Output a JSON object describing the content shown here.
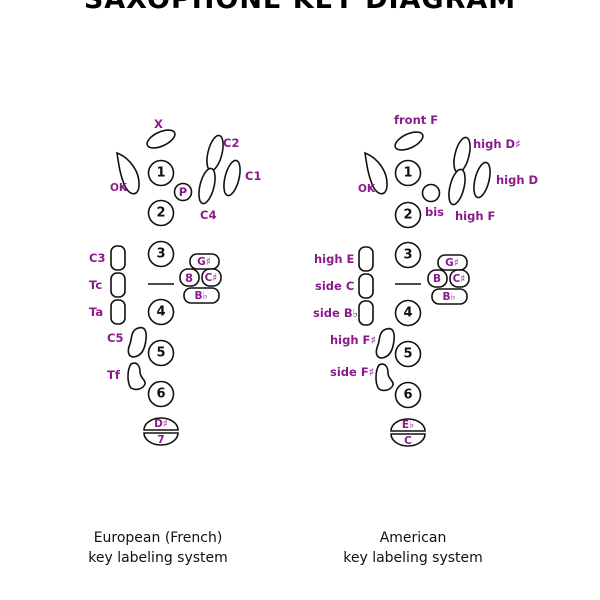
{
  "title": "SAXOPHONE KEY DIAGRAM",
  "european": {
    "caption_line1": "European (French)",
    "caption_line2": "key labeling system",
    "main_keys": [
      "1",
      "2",
      "3",
      "4",
      "5",
      "6"
    ],
    "labels": {
      "x": "X",
      "ok": "OK",
      "p": "P",
      "c1": "C1",
      "c2": "C2",
      "c4": "C4",
      "c3": "C3",
      "tc": "Tc",
      "ta": "Ta",
      "c5": "C5",
      "tf": "Tf",
      "g_sharp": "G♯",
      "eight": "8",
      "c_sharp": "C♯",
      "b_flat": "B♭",
      "d_sharp": "D♯",
      "seven": "7"
    }
  },
  "american": {
    "caption_line1": "American",
    "caption_line2": "key labeling system",
    "main_keys": [
      "1",
      "2",
      "3",
      "4",
      "5",
      "6"
    ],
    "labels": {
      "front_f": "front F",
      "ok": "OK",
      "bis": "bis",
      "high_d_sharp": "high D♯",
      "high_d": "high D",
      "high_f": "high F",
      "high_e": "high E",
      "side_c": "side C",
      "side_b_flat": "side B♭",
      "high_f_sharp": "high F♯",
      "side_f_sharp": "side F♯",
      "g_sharp": "G♯",
      "b": "B",
      "c_sharp": "C♯",
      "b_flat": "B♭",
      "e_flat": "E♭",
      "c": "C"
    }
  },
  "colors": {
    "label": "#8b1a8b",
    "outline": "#111111"
  }
}
